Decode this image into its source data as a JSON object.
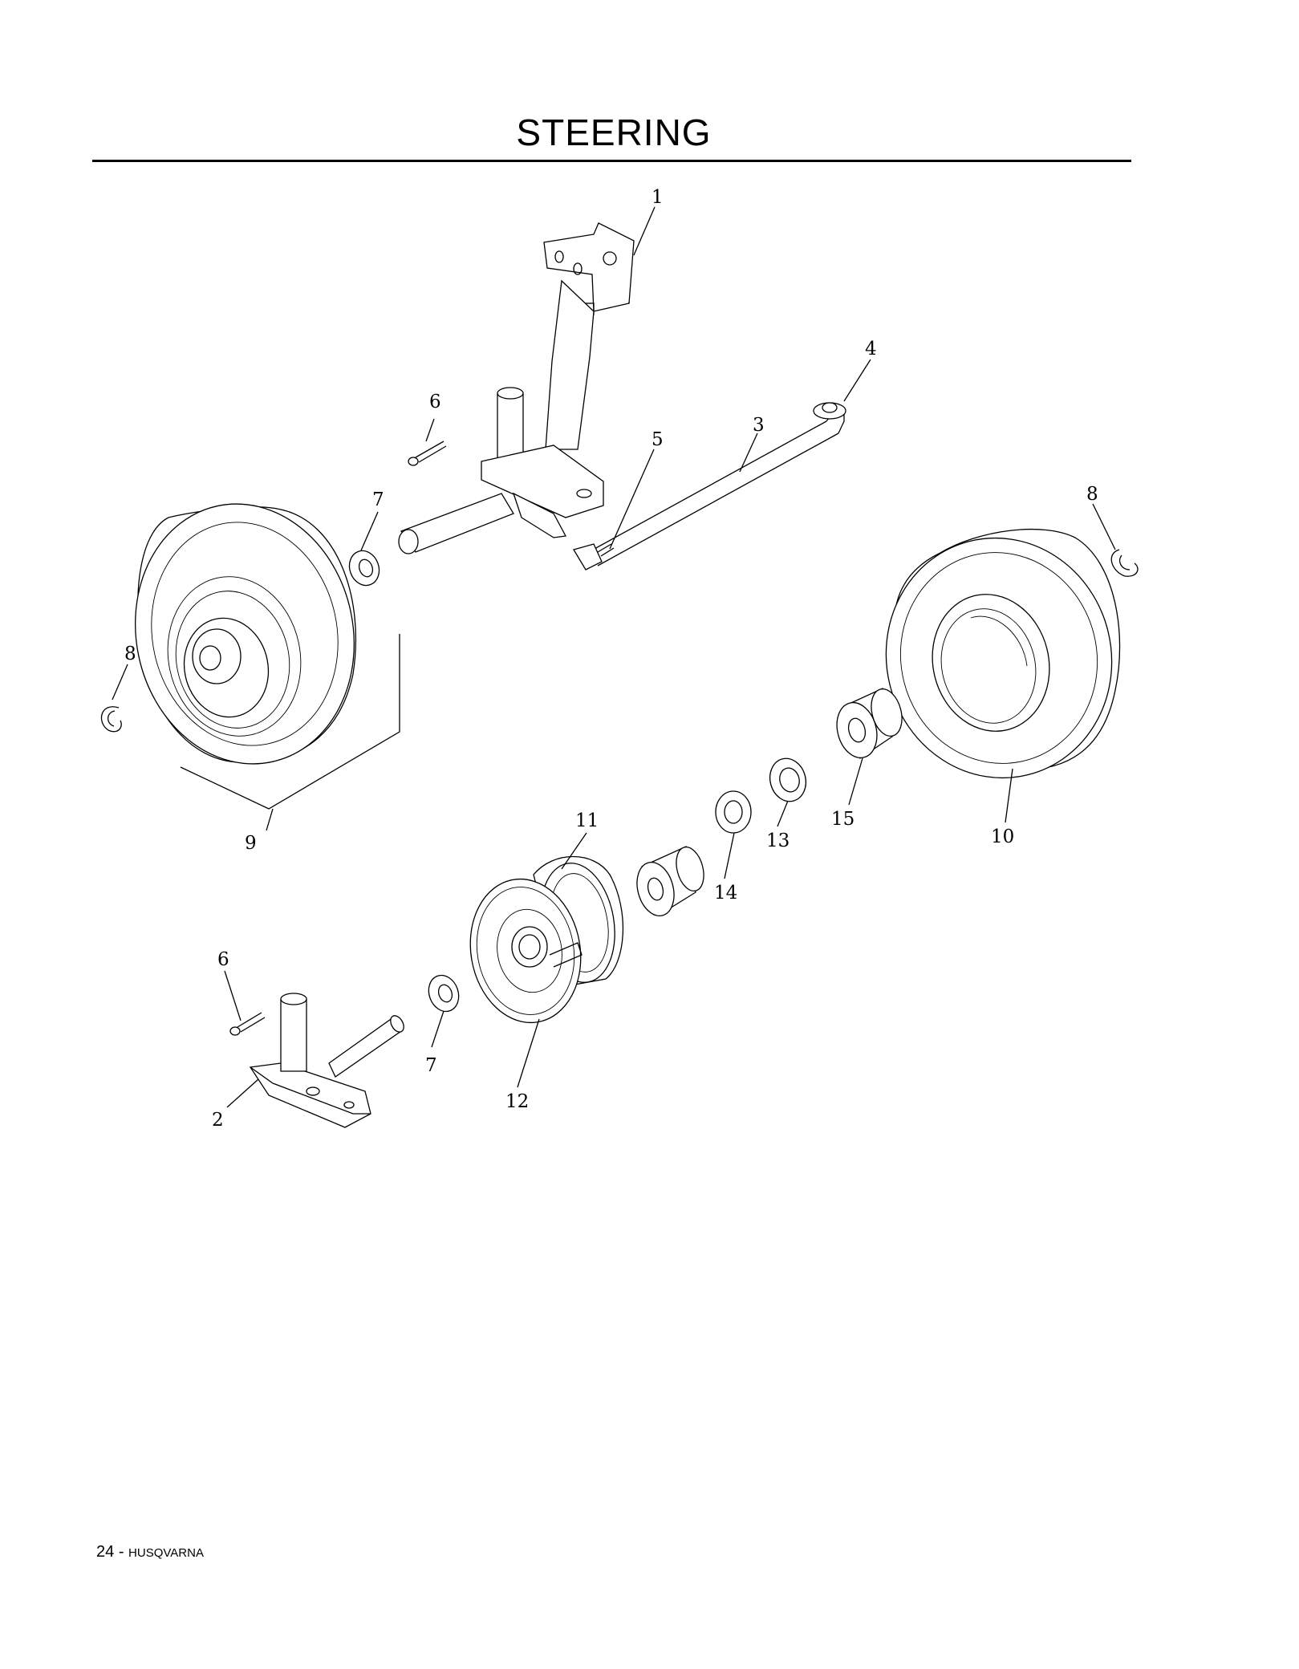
{
  "page": {
    "title": "STEERING",
    "footer_page_number": "24",
    "footer_separator": "-",
    "footer_brand": "HUSQVARNA"
  },
  "callouts": [
    {
      "id": "c1",
      "label": "1"
    },
    {
      "id": "c2",
      "label": "2"
    },
    {
      "id": "c3",
      "label": "3"
    },
    {
      "id": "c4",
      "label": "4"
    },
    {
      "id": "c5",
      "label": "5"
    },
    {
      "id": "c6a",
      "label": "6"
    },
    {
      "id": "c6b",
      "label": "6"
    },
    {
      "id": "c7a",
      "label": "7"
    },
    {
      "id": "c7b",
      "label": "7"
    },
    {
      "id": "c8a",
      "label": "8"
    },
    {
      "id": "c8b",
      "label": "8"
    },
    {
      "id": "c9",
      "label": "9"
    },
    {
      "id": "c10",
      "label": "10"
    },
    {
      "id": "c11",
      "label": "11"
    },
    {
      "id": "c12",
      "label": "12"
    },
    {
      "id": "c13",
      "label": "13"
    },
    {
      "id": "c14",
      "label": "14"
    },
    {
      "id": "c15",
      "label": "15"
    }
  ]
}
